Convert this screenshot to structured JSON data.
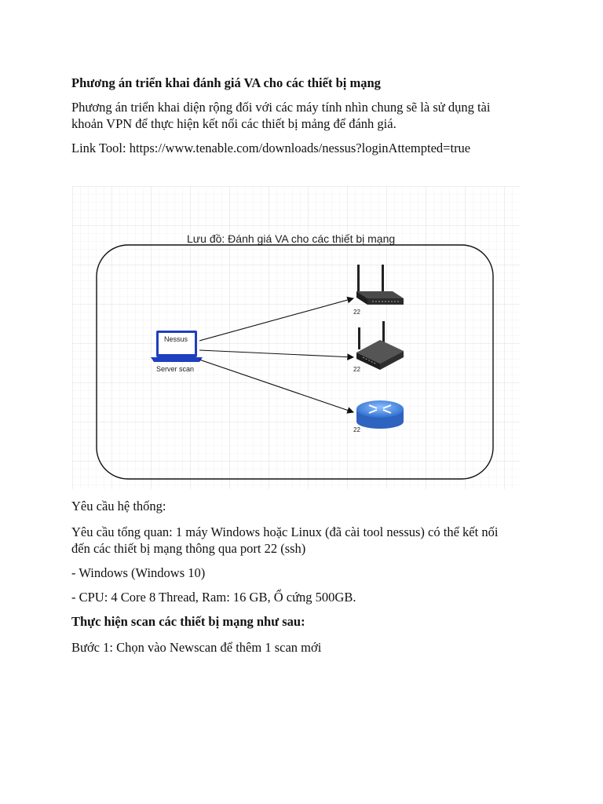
{
  "document": {
    "heading": "Phương án triển khai đánh giá VA cho các thiết bị mạng",
    "intro_line1": "Phương án triển khai diện rộng đối với các máy tính nhìn chung sẽ là sử dụng tài",
    "intro_line2": "khoản VPN để thực hiện kết nối các thiết bị mảng để đánh giá.",
    "link_label": "Link Tool: ",
    "link_url": "https://www.tenable.com/downloads/nessus?loginAttempted=true",
    "requirements_heading": "Yêu cầu hệ thống:",
    "overview_line1": "Yêu cầu tổng quan: 1 máy Windows hoặc Linux (đã cài tool nessus) có thể kết nối",
    "overview_line2": "đến các thiết bị mạng thông qua port 22 (ssh)",
    "windows_req": "- Windows (Windows 10)",
    "hardware_req": "- CPU: 4 Core 8 Thread, Ram: 16 GB, Ổ cứng 500GB.",
    "scan_heading": "Thực hiện scan các thiết bị mạng như sau:",
    "step1": "Bước 1: Chọn vào Newscan để thêm 1 scan mới"
  },
  "diagram": {
    "title": "Lưu đồ: Đánh giá VA cho các thiết bị mạng",
    "scanner_screen_label": "Nessus",
    "scanner_caption": "Server scan",
    "devices": [
      {
        "type": "wireless-router-icon",
        "port": "22"
      },
      {
        "type": "wireless-router-icon",
        "port": "22"
      },
      {
        "type": "router-icon",
        "port": "22"
      }
    ],
    "colors": {
      "laptop": "#1f3fbf",
      "router_body": "#2b2b2b",
      "router_disc": "#4f8ee8"
    }
  }
}
